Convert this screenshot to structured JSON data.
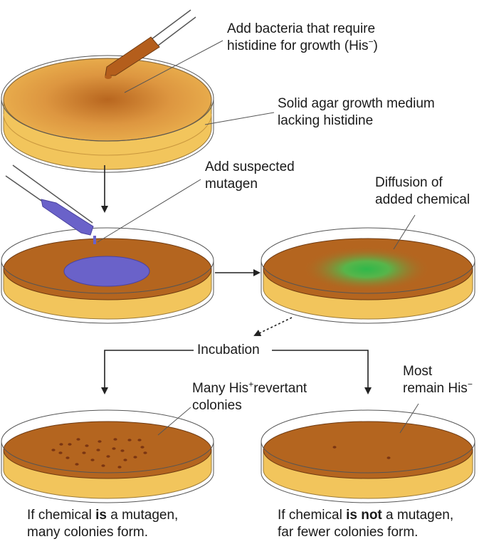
{
  "labels": {
    "add_bacteria_line1": "Add bacteria that require",
    "add_bacteria_line2": "histidine for growth (His",
    "add_bacteria_sup": "−",
    "add_bacteria_close": ")",
    "agar_line1": "Solid agar growth medium",
    "agar_line2": "lacking histidine",
    "mutagen_line1": "Add suspected",
    "mutagen_line2": "mutagen",
    "diffusion_line1": "Diffusion of",
    "diffusion_line2": "added chemical",
    "incubation": "Incubation",
    "many_line1a": "Many His",
    "many_line1_sup": "+",
    "many_line1b": "revertant",
    "many_line2": "colonies",
    "most_line1": "Most",
    "most_line2": "remain His",
    "most_line2_sup": "−",
    "left_caption_a": "If chemical ",
    "left_caption_bold": "is",
    "left_caption_b": " a mutagen,",
    "left_caption_line2": "many colonies form.",
    "right_caption_a": "If chemical ",
    "right_caption_bold": "is not",
    "right_caption_b": " a mutagen,",
    "right_caption_line2": "far fewer colonies form."
  },
  "colors": {
    "agar_light": "#e8a94a",
    "agar_side": "#f2c55c",
    "agar_brown": "#b4651f",
    "mutagen_blue": "#6a62c9",
    "diffusion_green": "#39b84c",
    "pipette_brown": "#b45e1c",
    "colony": "#7a3512",
    "arrow": "#222222"
  }
}
